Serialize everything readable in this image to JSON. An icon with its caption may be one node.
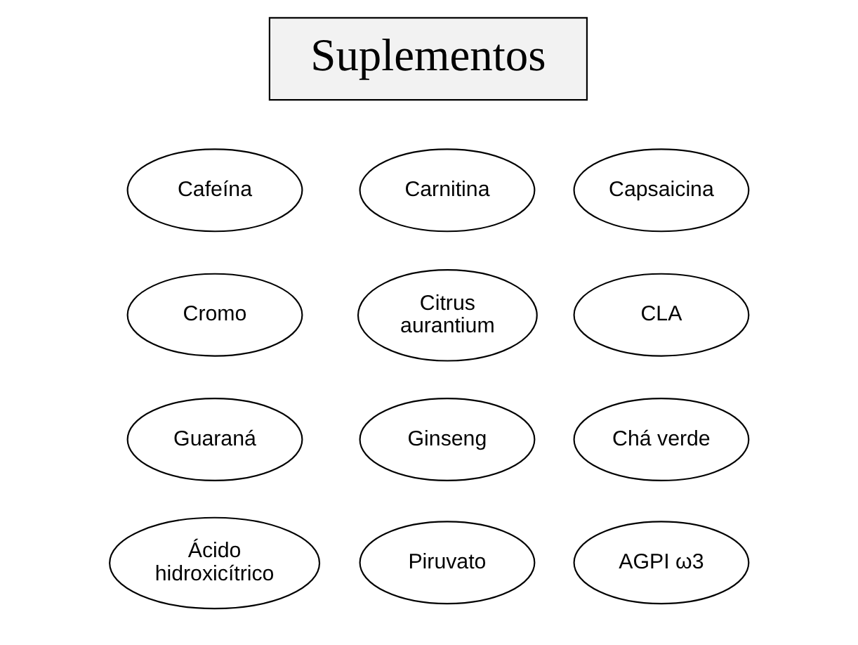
{
  "diagram": {
    "nodes": [
      {
        "text": [
          "Suplementos"
        ]
      },
      {
        "text": [
          "Cafeína"
        ]
      },
      {
        "text": [
          "Carnitina"
        ]
      },
      {
        "text": [
          "Capsaicina"
        ]
      },
      {
        "text": [
          "Cromo"
        ]
      },
      {
        "text": [
          "Citrus aurantium"
        ]
      },
      {
        "text": [
          "CLA"
        ]
      },
      {
        "text": [
          "Guaraná"
        ]
      },
      {
        "text": [
          "Ginseng"
        ]
      },
      {
        "text": [
          "Chá verde"
        ]
      },
      {
        "text": [
          "Ácido hidroxicítrico"
        ]
      },
      {
        "text": [
          "Piruvato"
        ]
      },
      {
        "text": [
          "AGPI ω3"
        ]
      }
    ]
  }
}
